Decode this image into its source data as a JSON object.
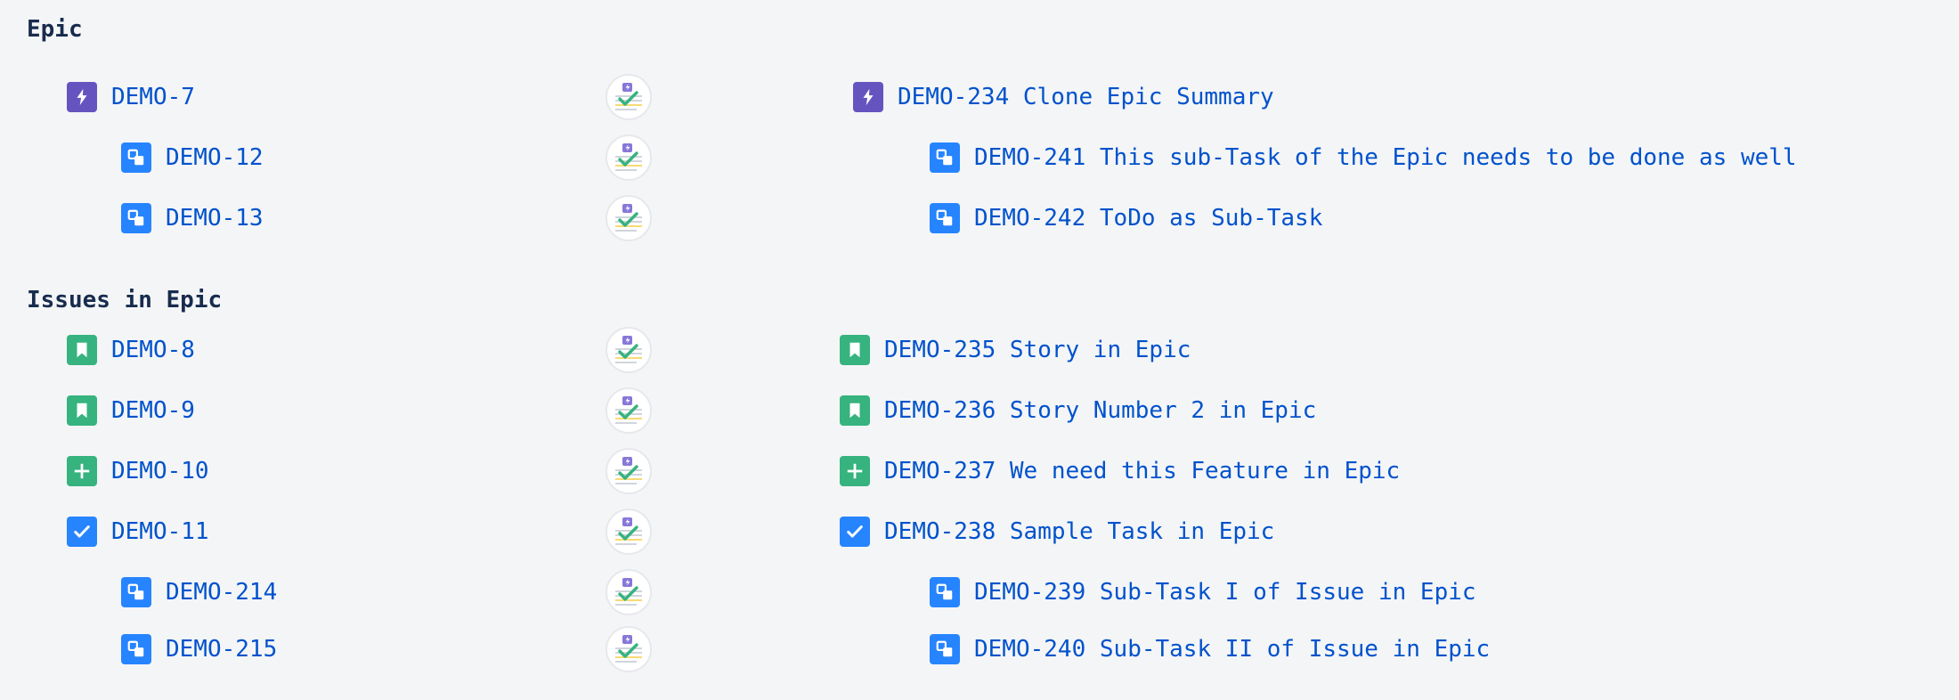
{
  "epic_section": {
    "title": "Epic",
    "rows": [
      {
        "key": "DEMO-7",
        "type": "epic",
        "icon": "epic-icon",
        "level": 0,
        "clone_key": "DEMO-234",
        "clone_summary": "Clone Epic Summary"
      },
      {
        "key": "DEMO-12",
        "type": "subtask",
        "icon": "subtask-icon",
        "level": 1,
        "clone_key": "DEMO-241",
        "clone_summary": "This sub-Task of the Epic needs to be done as well"
      },
      {
        "key": "DEMO-13",
        "type": "subtask",
        "icon": "subtask-icon",
        "level": 1,
        "clone_key": "DEMO-242",
        "clone_summary": "ToDo as Sub-Task"
      }
    ]
  },
  "issues_section": {
    "title": "Issues in Epic",
    "rows": [
      {
        "key": "DEMO-8",
        "type": "story",
        "icon": "story-icon",
        "level": 0,
        "clone_key": "DEMO-235",
        "clone_summary": "Story in Epic"
      },
      {
        "key": "DEMO-9",
        "type": "story",
        "icon": "story-icon",
        "level": 0,
        "clone_key": "DEMO-236",
        "clone_summary": "Story Number 2 in Epic"
      },
      {
        "key": "DEMO-10",
        "type": "feature",
        "icon": "plus-icon",
        "level": 0,
        "clone_key": "DEMO-237",
        "clone_summary": "We need this Feature in Epic"
      },
      {
        "key": "DEMO-11",
        "type": "task",
        "icon": "checkbox-icon",
        "level": 0,
        "clone_key": "DEMO-238",
        "clone_summary": "Sample Task in Epic"
      },
      {
        "key": "DEMO-214",
        "type": "subtask",
        "icon": "subtask-icon",
        "level": 1,
        "clone_key": "DEMO-239",
        "clone_summary": "Sub-Task I of Issue in Epic"
      },
      {
        "key": "DEMO-215",
        "type": "subtask",
        "icon": "subtask-icon",
        "level": 1,
        "clone_key": "DEMO-240",
        "clone_summary": "Sub-Task II of Issue in Epic"
      }
    ]
  },
  "colors": {
    "epic": "#6554c0",
    "subtask": "#2684ff",
    "story": "#36b37e",
    "feature": "#36b37e",
    "task": "#2684ff",
    "link": "#0052cc",
    "heading": "#172b4d",
    "background": "#f4f5f7"
  },
  "clone_button_icon": "clone-status-icon"
}
